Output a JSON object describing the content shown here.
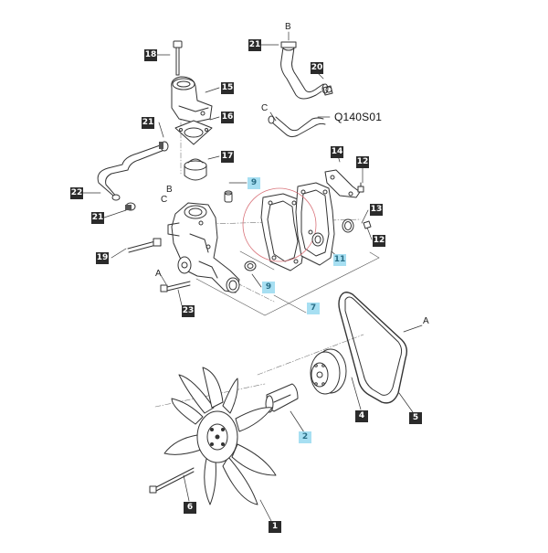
{
  "diagram": {
    "part_code": "Q140S01",
    "callouts": [
      {
        "id": "c18",
        "label": "18",
        "style": "dark"
      },
      {
        "id": "c21a",
        "label": "21",
        "style": "dark"
      },
      {
        "id": "c20",
        "label": "20",
        "style": "dark"
      },
      {
        "id": "c15",
        "label": "15",
        "style": "dark"
      },
      {
        "id": "c16",
        "label": "16",
        "style": "dark"
      },
      {
        "id": "c21b",
        "label": "21",
        "style": "dark"
      },
      {
        "id": "c17",
        "label": "17",
        "style": "dark"
      },
      {
        "id": "c14",
        "label": "14",
        "style": "dark"
      },
      {
        "id": "c12a",
        "label": "12",
        "style": "dark"
      },
      {
        "id": "c9a",
        "label": "9",
        "style": "cyan"
      },
      {
        "id": "c22",
        "label": "22",
        "style": "dark"
      },
      {
        "id": "c13",
        "label": "13",
        "style": "dark"
      },
      {
        "id": "c21c",
        "label": "21",
        "style": "dark"
      },
      {
        "id": "c12b",
        "label": "12",
        "style": "dark"
      },
      {
        "id": "c19",
        "label": "19",
        "style": "dark"
      },
      {
        "id": "c11",
        "label": "11",
        "style": "cyan"
      },
      {
        "id": "c9b",
        "label": "9",
        "style": "cyan"
      },
      {
        "id": "c7",
        "label": "7",
        "style": "cyan"
      },
      {
        "id": "c23",
        "label": "23",
        "style": "dark"
      },
      {
        "id": "c4",
        "label": "4",
        "style": "dark"
      },
      {
        "id": "c5",
        "label": "5",
        "style": "dark"
      },
      {
        "id": "c2",
        "label": "2",
        "style": "cyan"
      },
      {
        "id": "c6",
        "label": "6",
        "style": "dark"
      },
      {
        "id": "c1",
        "label": "1",
        "style": "dark"
      }
    ],
    "letters": {
      "B_top": "B",
      "C_top": "C",
      "B_pump": "B",
      "C_pump": "C",
      "A_pump": "A",
      "A_belt": "A"
    },
    "colors": {
      "line": "#333333",
      "callout_dark": "#2b2b2b",
      "callout_cyan": "#a7dff2",
      "highlight_circle": "#d9737a"
    }
  }
}
